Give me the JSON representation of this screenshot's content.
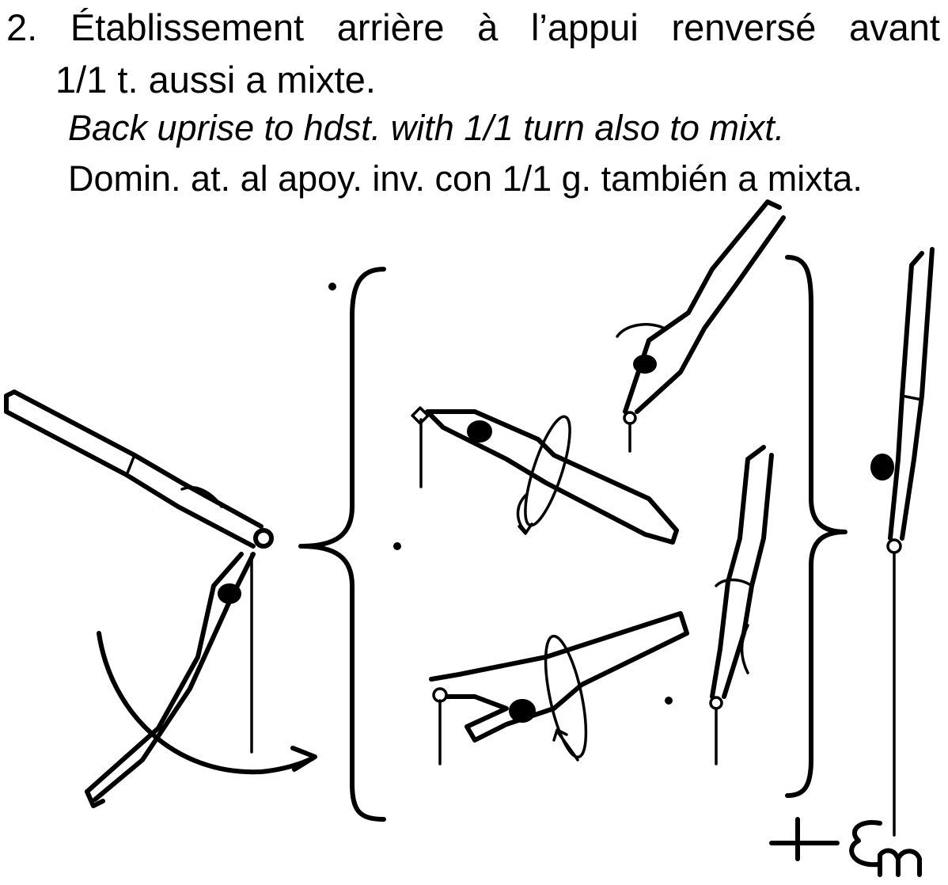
{
  "description": {
    "line1": "2. Établissement arrière à l’appui renversé avant",
    "line2": "1/1 t. aussi a mixte.",
    "line3": "Back uprise to hdst. with 1/1 turn also to mixt.",
    "line4": "Domin. at. al apoy. inv. con 1/1 g. también a mixta."
  },
  "difficulty_symbol": "+Em"
}
